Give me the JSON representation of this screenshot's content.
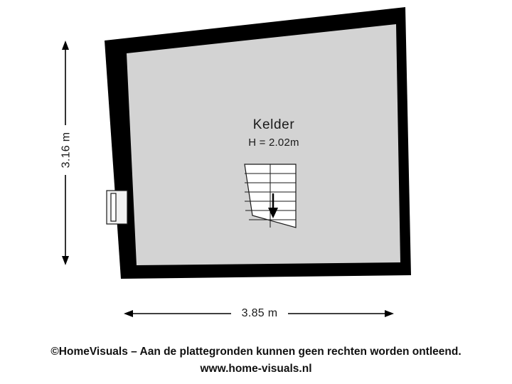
{
  "plan": {
    "room_name": "Kelder",
    "room_height": "H = 2.02m",
    "dimension_left": "3.16 m",
    "dimension_bottom": "3.85 m",
    "colors": {
      "wall": "#000000",
      "floor": "#d3d3d3",
      "background": "#ffffff",
      "text": "#1a1a1a",
      "dimension_line": "#000000",
      "stair_outline": "#1a1a1a",
      "door_fill": "#f2f2f2"
    }
  },
  "footer": {
    "line1": "©HomeVisuals – Aan de plattegronden kunnen geen rechten worden ontleend.",
    "line2": "www.home-visuals.nl"
  }
}
